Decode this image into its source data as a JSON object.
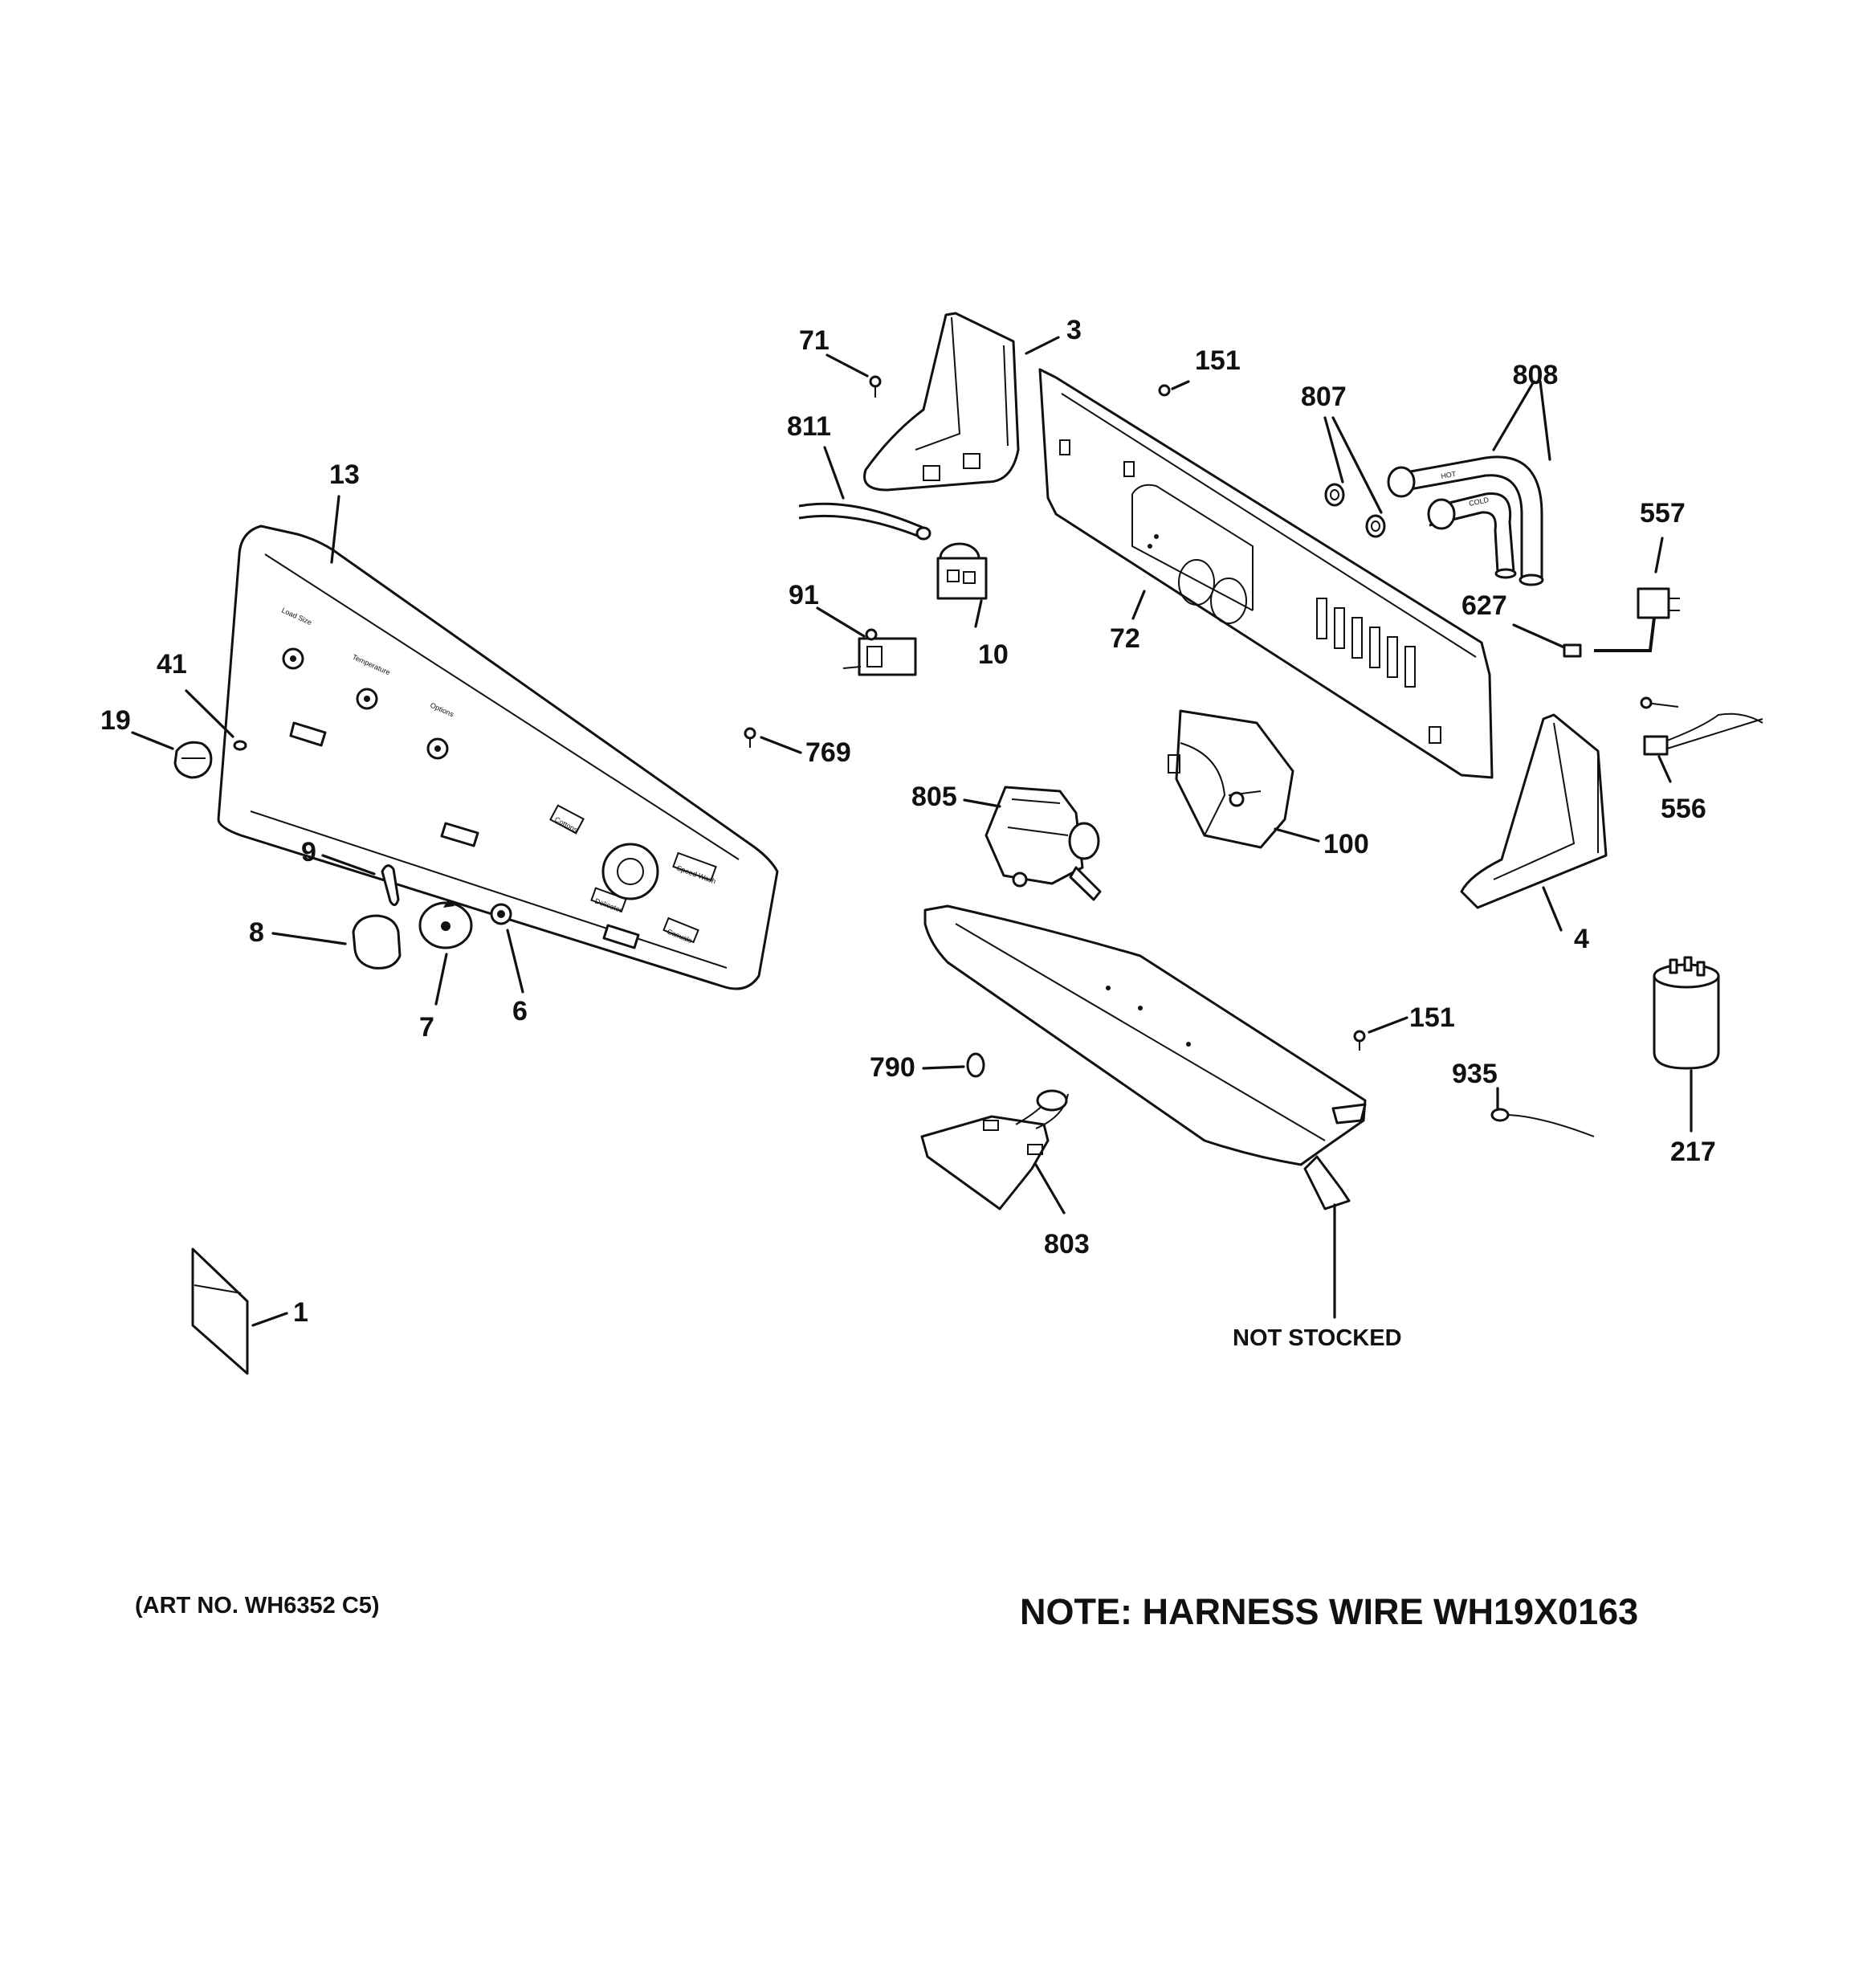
{
  "diagram": {
    "callouts": [
      "71",
      "3",
      "151",
      "807",
      "808",
      "811",
      "13",
      "557",
      "627",
      "91",
      "10",
      "72",
      "41",
      "19",
      "769",
      "805",
      "100",
      "556",
      "9",
      "4",
      "8",
      "7",
      "6",
      "151",
      "790",
      "935",
      "217",
      "803",
      "1"
    ],
    "panel_text": {
      "load_size": "Load Size",
      "temperature": "Temperature",
      "options": "Options",
      "cycle_a": "Cottons",
      "cycle_b": "Speed Wash",
      "cycle_c": "Delicates",
      "cycle_d": "Casuals"
    },
    "hose_labels": {
      "hot": "HOT",
      "cold": "COLD"
    },
    "not_stocked": "NOT STOCKED",
    "art_no": "(ART NO. WH6352 C5)",
    "note": "NOTE: HARNESS WIRE WH19X0163"
  }
}
